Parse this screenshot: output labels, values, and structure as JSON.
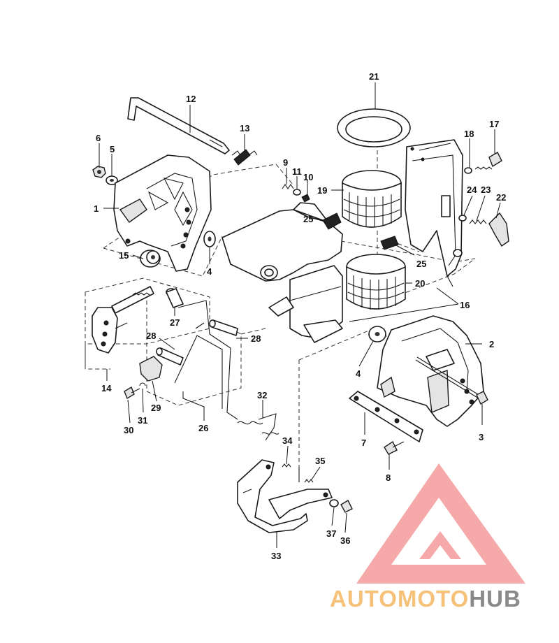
{
  "diagram": {
    "callouts": [
      {
        "id": "c1",
        "text": "1"
      },
      {
        "id": "c2",
        "text": "2"
      },
      {
        "id": "c3",
        "text": "3"
      },
      {
        "id": "c4a",
        "text": "4"
      },
      {
        "id": "c4b",
        "text": "4"
      },
      {
        "id": "c5",
        "text": "5"
      },
      {
        "id": "c6",
        "text": "6"
      },
      {
        "id": "c7",
        "text": "7"
      },
      {
        "id": "c8",
        "text": "8"
      },
      {
        "id": "c9",
        "text": "9"
      },
      {
        "id": "c10",
        "text": "10"
      },
      {
        "id": "c11",
        "text": "11"
      },
      {
        "id": "c12",
        "text": "12"
      },
      {
        "id": "c13",
        "text": "13"
      },
      {
        "id": "c14",
        "text": "14"
      },
      {
        "id": "c15",
        "text": "15"
      },
      {
        "id": "c16",
        "text": "16"
      },
      {
        "id": "c17",
        "text": "17"
      },
      {
        "id": "c18",
        "text": "18"
      },
      {
        "id": "c19",
        "text": "19"
      },
      {
        "id": "c20",
        "text": "20"
      },
      {
        "id": "c21",
        "text": "21"
      },
      {
        "id": "c22",
        "text": "22"
      },
      {
        "id": "c23",
        "text": "23"
      },
      {
        "id": "c24",
        "text": "24"
      },
      {
        "id": "c25a",
        "text": "25"
      },
      {
        "id": "c25b",
        "text": "25"
      },
      {
        "id": "c26",
        "text": "26"
      },
      {
        "id": "c27",
        "text": "27"
      },
      {
        "id": "c28a",
        "text": "28"
      },
      {
        "id": "c28b",
        "text": "28"
      },
      {
        "id": "c29",
        "text": "29"
      },
      {
        "id": "c30",
        "text": "30"
      },
      {
        "id": "c31",
        "text": "31"
      },
      {
        "id": "c32",
        "text": "32"
      },
      {
        "id": "c33",
        "text": "33"
      },
      {
        "id": "c34",
        "text": "34"
      },
      {
        "id": "c35",
        "text": "35"
      },
      {
        "id": "c36",
        "text": "36"
      },
      {
        "id": "c37",
        "text": "37"
      }
    ]
  },
  "watermark": {
    "word_part1": "AUTOMOTO",
    "word_part2": "HUB",
    "color_part1": "#f6c27a",
    "color_part2": "#8a8a8a",
    "triangle_color": "#f59a9a"
  }
}
